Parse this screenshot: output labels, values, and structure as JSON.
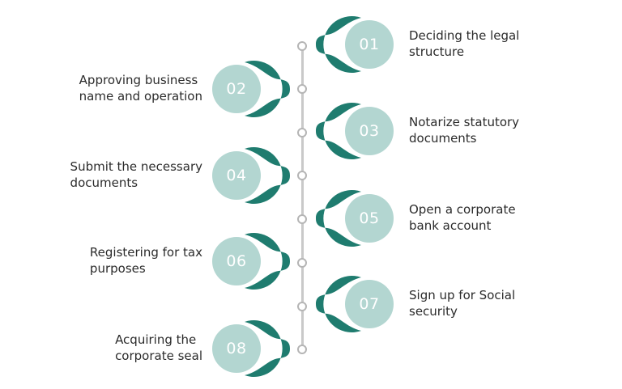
{
  "colors": {
    "teal": "#1f7c6f",
    "teal_light": "#26897a",
    "line": "#c9c9c9",
    "dot_border": "#b5b5b5",
    "text": "#2b2b2b"
  },
  "steps": [
    {
      "number": "01",
      "label": "Deciding the legal\nstructure",
      "side": "right"
    },
    {
      "number": "02",
      "label": "Approving business\nname and operation",
      "side": "left"
    },
    {
      "number": "03",
      "label": "Notarize statutory\ndocuments",
      "side": "right"
    },
    {
      "number": "04",
      "label": "Submit the necessary\ndocuments",
      "side": "left"
    },
    {
      "number": "05",
      "label": "Open a corporate\nbank account",
      "side": "right"
    },
    {
      "number": "06",
      "label": "Registering for tax\npurposes",
      "side": "left"
    },
    {
      "number": "07",
      "label": "Sign up for Social\nsecurity",
      "side": "right"
    },
    {
      "number": "08",
      "label": "Acquiring the\ncorporate seal",
      "side": "left"
    }
  ]
}
